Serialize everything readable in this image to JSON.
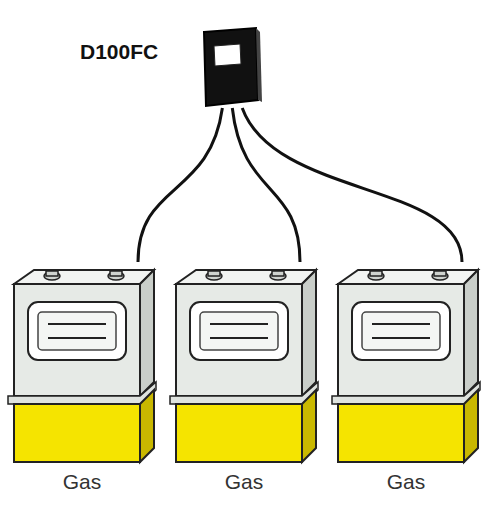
{
  "diagram": {
    "nodes": [
      {
        "text": [
          "D100FC"
        ]
      },
      {
        "text": [
          "Gas"
        ]
      },
      {
        "text": [
          "Gas"
        ]
      },
      {
        "text": [
          "Gas"
        ]
      }
    ],
    "edges": [
      {
        "from": 0,
        "to": 1,
        "arrow": "none"
      },
      {
        "from": 0,
        "to": 2,
        "arrow": "none"
      },
      {
        "from": 0,
        "to": 3,
        "arrow": "none"
      }
    ]
  }
}
